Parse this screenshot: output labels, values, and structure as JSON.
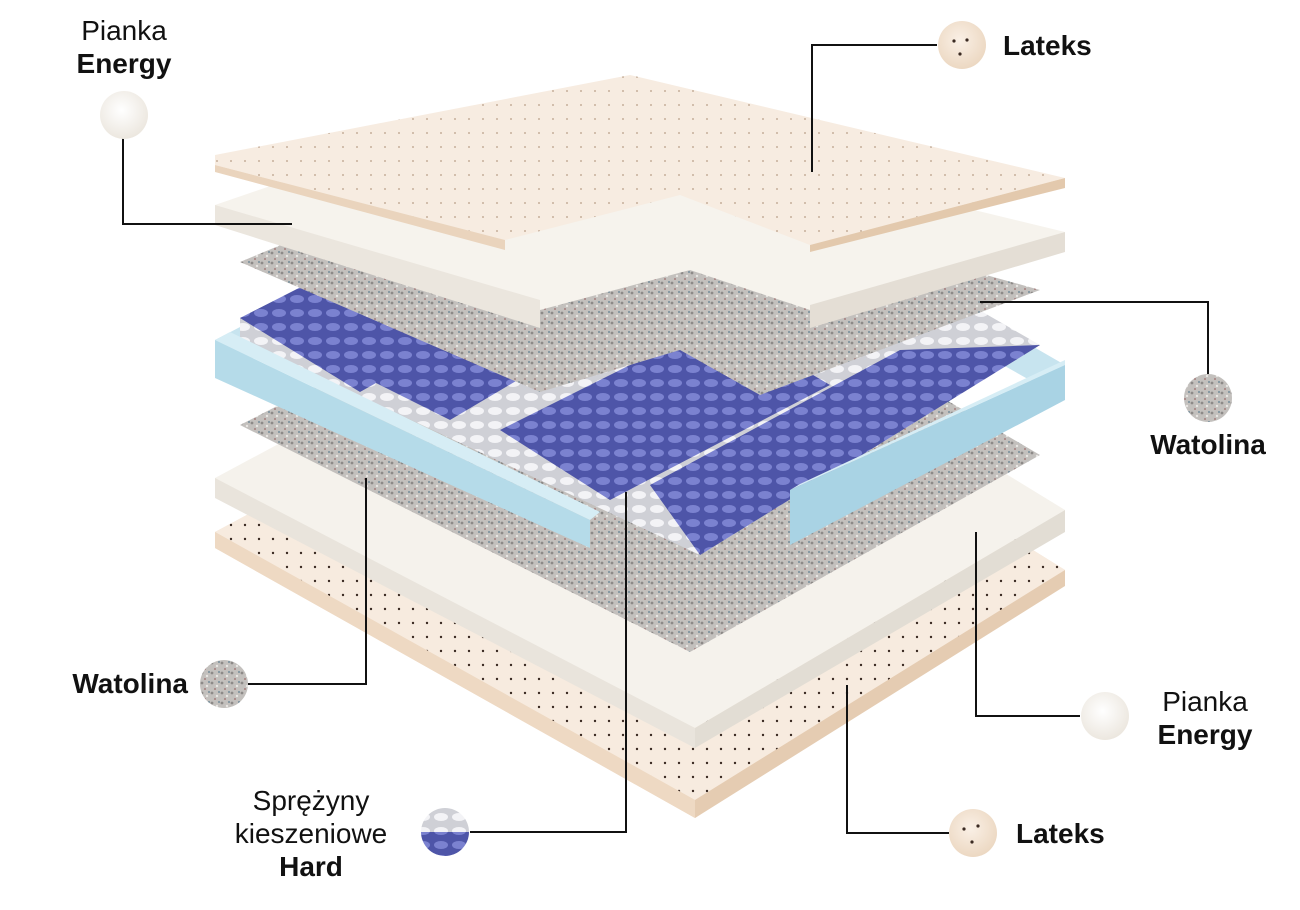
{
  "labels": {
    "top_left": {
      "line1": "Pianka",
      "line2": "Energy"
    },
    "top_right": {
      "line1": "Lateks"
    },
    "mid_right": {
      "line1": "Watolina"
    },
    "mid_left": {
      "line1": "Watolina"
    },
    "low_right": {
      "line1": "Pianka",
      "line2": "Energy"
    },
    "springs": {
      "line1": "Sprężyny",
      "line2": "kieszeniowe",
      "line3": "Hard"
    },
    "bottom_right": {
      "line1": "Lateks"
    }
  },
  "colors": {
    "latex": "#f6e9dc",
    "latex_edge": "#e6cdb3",
    "foam": "#f4f1ea",
    "felt": "#b9b6b3",
    "spring_blue": "#5a61b8",
    "spring_white": "#e9e9ee",
    "frame_blue": "#b8dcea",
    "line": "#111111"
  }
}
